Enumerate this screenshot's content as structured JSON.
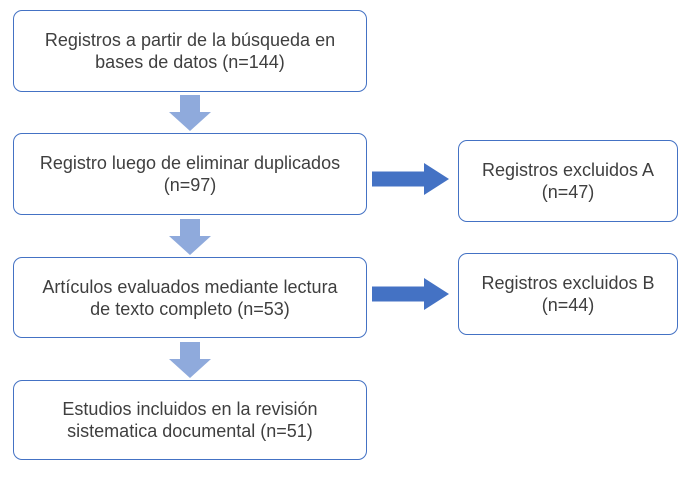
{
  "flowchart": {
    "main_steps": [
      {
        "label": "Registros a partir de la búsqueda en\nbases de datos (n=144)"
      },
      {
        "label": "Registro luego de eliminar duplicados\n(n=97)"
      },
      {
        "label": "Artículos evaluados mediante lectura\nde texto completo (n=53)"
      },
      {
        "label": "Estudios incluidos en la revisión\nsistematica documental (n=51)"
      }
    ],
    "excluded_steps": [
      {
        "label": "Registros excluidos A\n(n=47)"
      },
      {
        "label": "Registros excluidos B\n(n=44)"
      }
    ],
    "colors": {
      "box_border": "#4472C4",
      "down_arrow_fill": "#8FAADC",
      "right_arrow_fill": "#4472C4",
      "text": "#3F3F3F",
      "background": "#FFFFFF"
    }
  }
}
